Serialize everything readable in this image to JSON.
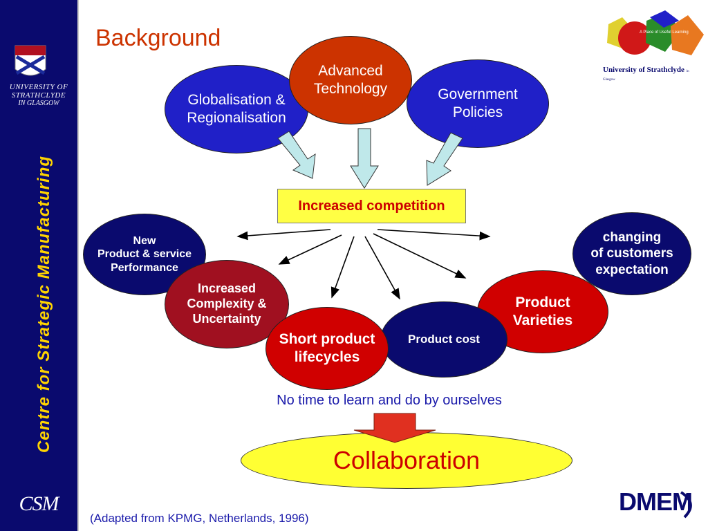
{
  "slide_title": "Background",
  "sidebar": {
    "centre_name": "Centre for Strategic Manufacturing",
    "university_line1": "UNIVERSITY OF STRATHCLYDE",
    "university_line2": "IN GLASGOW",
    "unit_logo": "CSM"
  },
  "logo": {
    "name": "University of Strathclyde",
    "location": "in Glasgow",
    "tagline": "A Place of Useful Learning"
  },
  "drivers": {
    "globalisation": "Globalisation &\nRegionalisation",
    "technology": "Advanced\nTechnology",
    "government": "Government\nPolicies"
  },
  "central_box": "Increased competition",
  "effects": {
    "new_product": "New\nProduct & service\nPerformance",
    "complexity": "Increased\nComplexity &\nUncertainty",
    "lifecycles": "Short product\nlifecycles",
    "cost": "Product cost",
    "varieties": "Product\nVarieties",
    "expectation": "changing\nof customers\nexpectation"
  },
  "conclusion_note": "No time to learn and do by ourselves",
  "result": "Collaboration",
  "source_note": "(Adapted from KPMG, Netherlands, 1996)",
  "department_logo": "DMEM",
  "colors": {
    "sidebar": "#0a0a6e",
    "sidebar_text": "#ffd400",
    "title": "#cc3300",
    "blue_ellipse": "#2020c8",
    "red_ellipse": "#d00000",
    "box_fill": "#ffff44",
    "arrow_fill": "#bfe8ea"
  }
}
